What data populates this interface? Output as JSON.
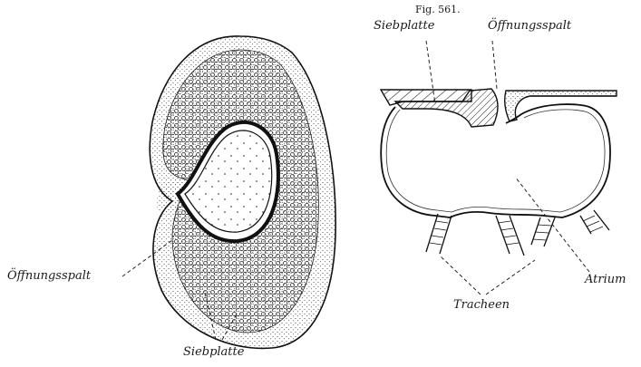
{
  "figure": {
    "number": "Fig. 561.",
    "left_view": {
      "labels": {
        "opening_slit": "Öffnungsspalt",
        "sieve_plate": "Siebplatte"
      }
    },
    "right_view": {
      "labels": {
        "sieve_plate": "Siebplatte",
        "opening_slit": "Öffnungsspalt",
        "atrium": "Atrium",
        "tracheae": "Tracheen"
      }
    }
  }
}
